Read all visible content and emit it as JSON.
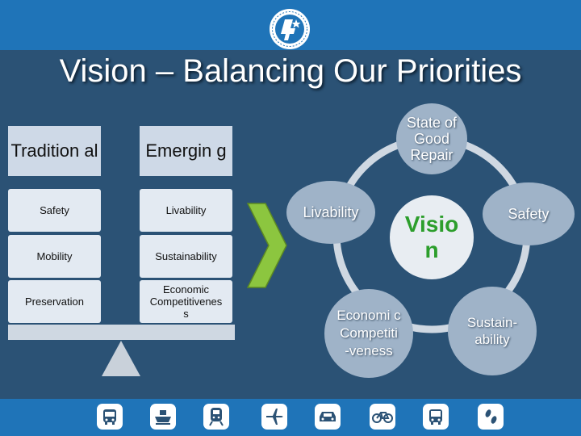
{
  "title": "Vision – Balancing Our Priorities",
  "table": {
    "headers": [
      "Tradition al",
      "Emergin g"
    ],
    "rows": [
      [
        "Safety",
        "Livability"
      ],
      [
        "Mobility",
        "Sustainability"
      ],
      [
        "Preservation",
        "Economic Competitivenes s"
      ]
    ]
  },
  "diagram": {
    "center": "Visio n",
    "nodes": {
      "top": "State of Good Repair",
      "left": "Livability",
      "right": "Safety",
      "bottom_left": "Economi c Competiti -veness",
      "bottom_right": "Sustain- ability"
    }
  },
  "colors": {
    "slide_bg": "#2b5275",
    "band": "#1f74b8",
    "arrow_green": "#8cc63f",
    "vision_text": "#2c9e2c"
  },
  "icons": [
    "bus-icon",
    "ship-icon",
    "train-icon",
    "airplane-icon",
    "car-icon",
    "bicycle-icon",
    "bus-front-icon",
    "footprints-icon"
  ]
}
